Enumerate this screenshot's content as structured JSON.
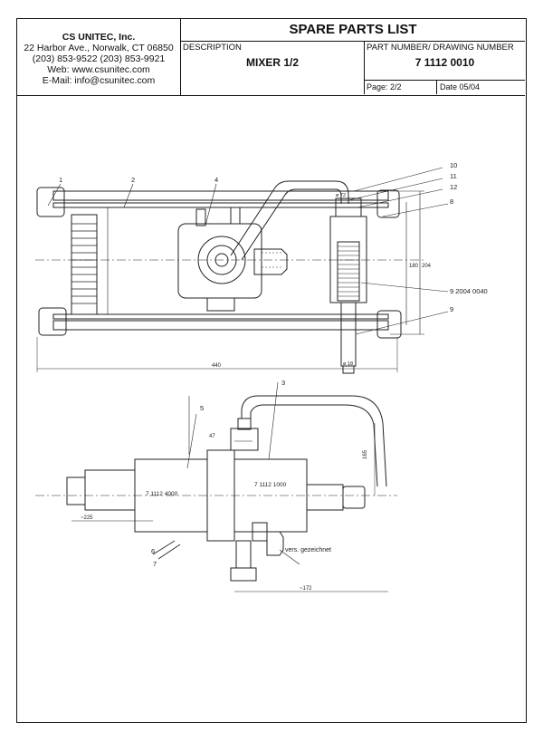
{
  "company": {
    "name": "CS UNITEC, Inc.",
    "address": "22 Harbor Ave., Norwalk, CT 06850",
    "phones": "(203) 853-9522    (203) 853-9921",
    "web": "Web: www.csunitec.com",
    "email": "E-Mail: info@csunitec.com"
  },
  "header": {
    "title": "SPARE PARTS LIST",
    "description_label": "DESCRIPTION",
    "description_value": "MIXER 1/2",
    "part_label": "PART NUMBER/ DRAWING NUMBER",
    "part_value": "7 1112 0010",
    "page": "Page:  2/2",
    "date": "Date 05/04"
  },
  "drawing": {
    "callouts_top": [
      "1",
      "2",
      "4",
      "10",
      "11",
      "12",
      "8",
      "9 2004 0040",
      "9"
    ],
    "dims_top": [
      "440",
      "180",
      "204",
      "ø 18",
      "ø 72"
    ],
    "callouts_bottom": [
      "3",
      "5",
      "6",
      "7"
    ],
    "part_labels": [
      "7  1112  4000",
      "7  1112  1000"
    ],
    "dims_bottom": [
      "47",
      "165",
      "~225",
      "~172"
    ],
    "note": "vers. gezeichnet"
  }
}
